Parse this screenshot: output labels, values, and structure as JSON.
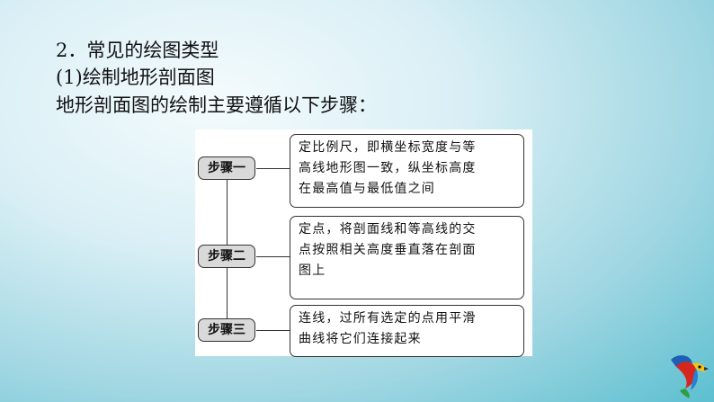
{
  "heading": {
    "line1": "2．常见的绘图类型",
    "line2": "(1)绘制地形剖面图",
    "line3": "地形剖面图的绘制主要遵循以下步骤："
  },
  "steps": [
    {
      "label": "步骤一",
      "lines": [
        "定比例尺，即横坐标宽度与等",
        "高线地形图一致，纵坐标高度",
        "在最高值与最低值之间"
      ]
    },
    {
      "label": "步骤二",
      "lines": [
        "定点，将剖面线和等高线的交",
        "点按照相关高度垂直落在剖面",
        "图上"
      ]
    },
    {
      "label": "步骤三",
      "lines": [
        "连线，过所有选定的点用平滑",
        "曲线将它们连接起来"
      ]
    }
  ],
  "decoration": {
    "icon": "parrot-icon"
  }
}
